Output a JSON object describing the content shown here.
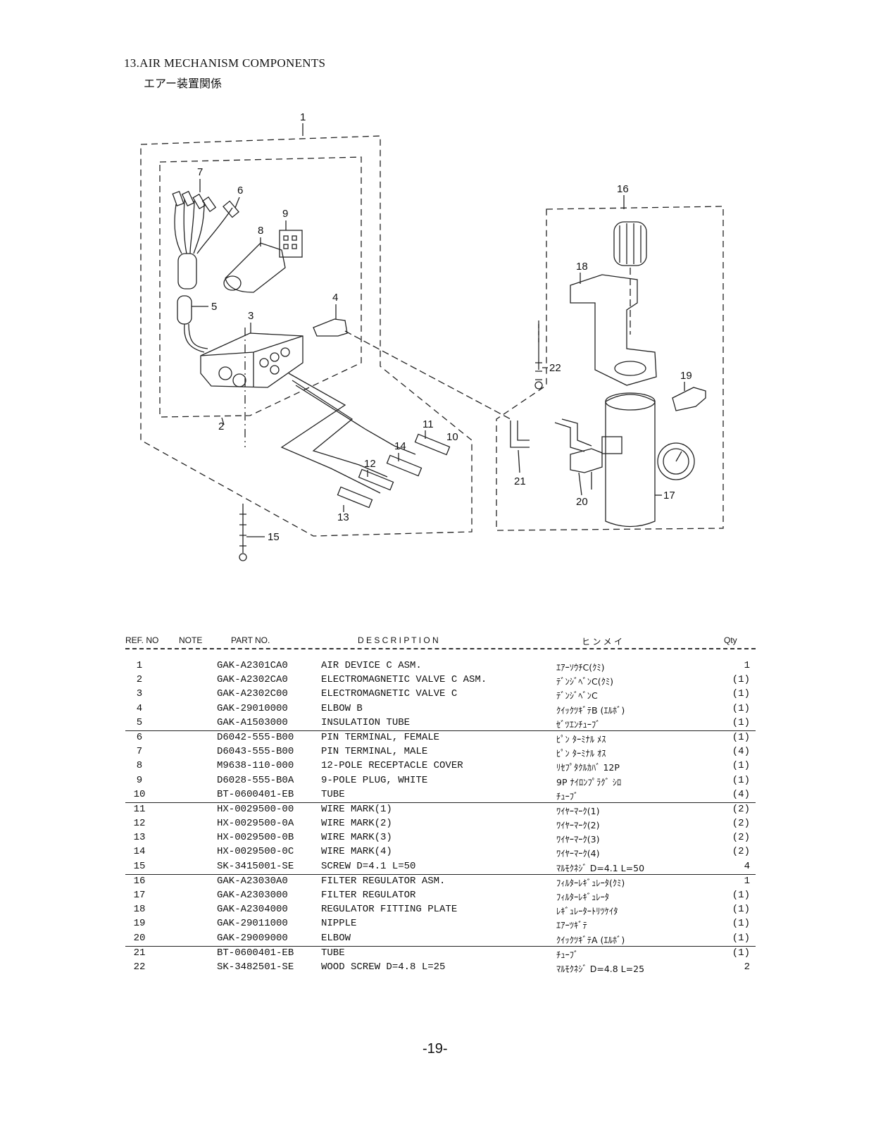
{
  "header": {
    "title": "13.AIR MECHANISM COMPONENTS",
    "subtitle": "エアー装置関係"
  },
  "diagram": {
    "callouts": [
      "1",
      "2",
      "3",
      "4",
      "5",
      "6",
      "7",
      "8",
      "9",
      "10",
      "11",
      "12",
      "13",
      "14",
      "15",
      "16",
      "17",
      "18",
      "19",
      "20",
      "21",
      "22"
    ]
  },
  "table": {
    "headers": {
      "ref": "REF. NO",
      "note": "NOTE",
      "part": "PART NO.",
      "desc": "D E S C R I P T I O N",
      "jp": "ヒ ン メ イ",
      "qty": "Qty"
    },
    "rows": [
      {
        "ref": "1",
        "part": "GAK-A2301CA0",
        "desc": "AIR DEVICE C ASM.",
        "jp": "ｴｱｰｿｳﾁC(ｸﾐ)",
        "qty": "1"
      },
      {
        "ref": "2",
        "part": "GAK-A2302CA0",
        "desc": "ELECTROMAGNETIC VALVE C ASM.",
        "jp": "ﾃﾞﾝｼﾞﾍﾞﾝC(ｸﾐ)",
        "qty": "(1)"
      },
      {
        "ref": "3",
        "part": "GAK-A2302C00",
        "desc": "ELECTROMAGNETIC VALVE C",
        "jp": "ﾃﾞﾝｼﾞﾍﾞﾝC",
        "qty": "(1)"
      },
      {
        "ref": "4",
        "part": "GAK-29010000",
        "desc": "ELBOW B",
        "jp": "ｸｲｯｸﾂｷﾞﾃB (ｴﾙﾎﾞ)",
        "qty": "(1)"
      },
      {
        "ref": "5",
        "part": "GAK-A1503000",
        "desc": "INSULATION TUBE",
        "jp": "ｾﾞﾂｴﾝﾁｭｰﾌﾞ",
        "qty": "(1)"
      },
      {
        "ref": "6",
        "part": "D6042-555-B00",
        "desc": "PIN TERMINAL, FEMALE",
        "jp": "ﾋﾟﾝ ﾀｰﾐﾅﾙ ﾒｽ",
        "qty": "(1)"
      },
      {
        "ref": "7",
        "part": "D6043-555-B00",
        "desc": "PIN TERMINAL, MALE",
        "jp": "ﾋﾟﾝ ﾀｰﾐﾅﾙ ｵｽ",
        "qty": "(4)"
      },
      {
        "ref": "8",
        "part": "M9638-110-000",
        "desc": "12-POLE RECEPTACLE COVER",
        "jp": "ﾘｾﾌﾟﾀｸﾙｶﾊﾞ 12P",
        "qty": "(1)"
      },
      {
        "ref": "9",
        "part": "D6028-555-B0A",
        "desc": "9-POLE PLUG, WHITE",
        "jp": "9P ﾅｲﾛﾝﾌﾟﾗｸﾞ ｼﾛ",
        "qty": "(1)"
      },
      {
        "ref": "10",
        "part": "BT-0600401-EB",
        "desc": "TUBE",
        "jp": "ﾁｭｰﾌﾞ",
        "qty": "(4)"
      },
      {
        "ref": "11",
        "part": "HX-0029500-00",
        "desc": "WIRE MARK(1)",
        "jp": "ﾜｲﾔｰﾏｰｸ(1)",
        "qty": "(2)"
      },
      {
        "ref": "12",
        "part": "HX-0029500-0A",
        "desc": "WIRE MARK(2)",
        "jp": "ﾜｲﾔｰﾏｰｸ(2)",
        "qty": "(2)"
      },
      {
        "ref": "13",
        "part": "HX-0029500-0B",
        "desc": "WIRE MARK(3)",
        "jp": "ﾜｲﾔｰﾏｰｸ(3)",
        "qty": "(2)"
      },
      {
        "ref": "14",
        "part": "HX-0029500-0C",
        "desc": "WIRE MARK(4)",
        "jp": "ﾜｲﾔｰﾏｰｸ(4)",
        "qty": "(2)"
      },
      {
        "ref": "15",
        "part": "SK-3415001-SE",
        "desc": "SCREW D=4.1 L=50",
        "jp": "ﾏﾙﾓｸﾈｼﾞ D=4.1 L=50",
        "qty": "4"
      },
      {
        "ref": "16",
        "part": "GAK-A23030A0",
        "desc": "FILTER REGULATOR ASM.",
        "jp": "ﾌｨﾙﾀｰﾚｷﾞｭﾚｰﾀ(ｸﾐ)",
        "qty": "1"
      },
      {
        "ref": "17",
        "part": "GAK-A2303000",
        "desc": "FILTER REGULATOR",
        "jp": "ﾌｨﾙﾀｰﾚｷﾞｭﾚｰﾀ",
        "qty": "(1)"
      },
      {
        "ref": "18",
        "part": "GAK-A2304000",
        "desc": "REGULATOR FITTING PLATE",
        "jp": "ﾚｷﾞｭﾚｰﾀｰﾄﾘﾂｹｲﾀ",
        "qty": "(1)"
      },
      {
        "ref": "19",
        "part": "GAK-29011000",
        "desc": "NIPPLE",
        "jp": "ｴｱｰﾂｷﾞﾃ",
        "qty": "(1)"
      },
      {
        "ref": "20",
        "part": "GAK-29009000",
        "desc": "ELBOW",
        "jp": "ｸｲｯｸﾂｷﾞﾃA (ｴﾙﾎﾞ)",
        "qty": "(1)"
      },
      {
        "ref": "21",
        "part": "BT-0600401-EB",
        "desc": "TUBE",
        "jp": "ﾁｭｰﾌﾞ",
        "qty": "(1)"
      },
      {
        "ref": "22",
        "part": "SK-3482501-SE",
        "desc": "WOOD SCREW D=4.8 L=25",
        "jp": "ﾏﾙﾓｸﾈｼﾞ D=4.8 L=25",
        "qty": "2"
      }
    ]
  },
  "footer": {
    "page_number": "-19-"
  }
}
